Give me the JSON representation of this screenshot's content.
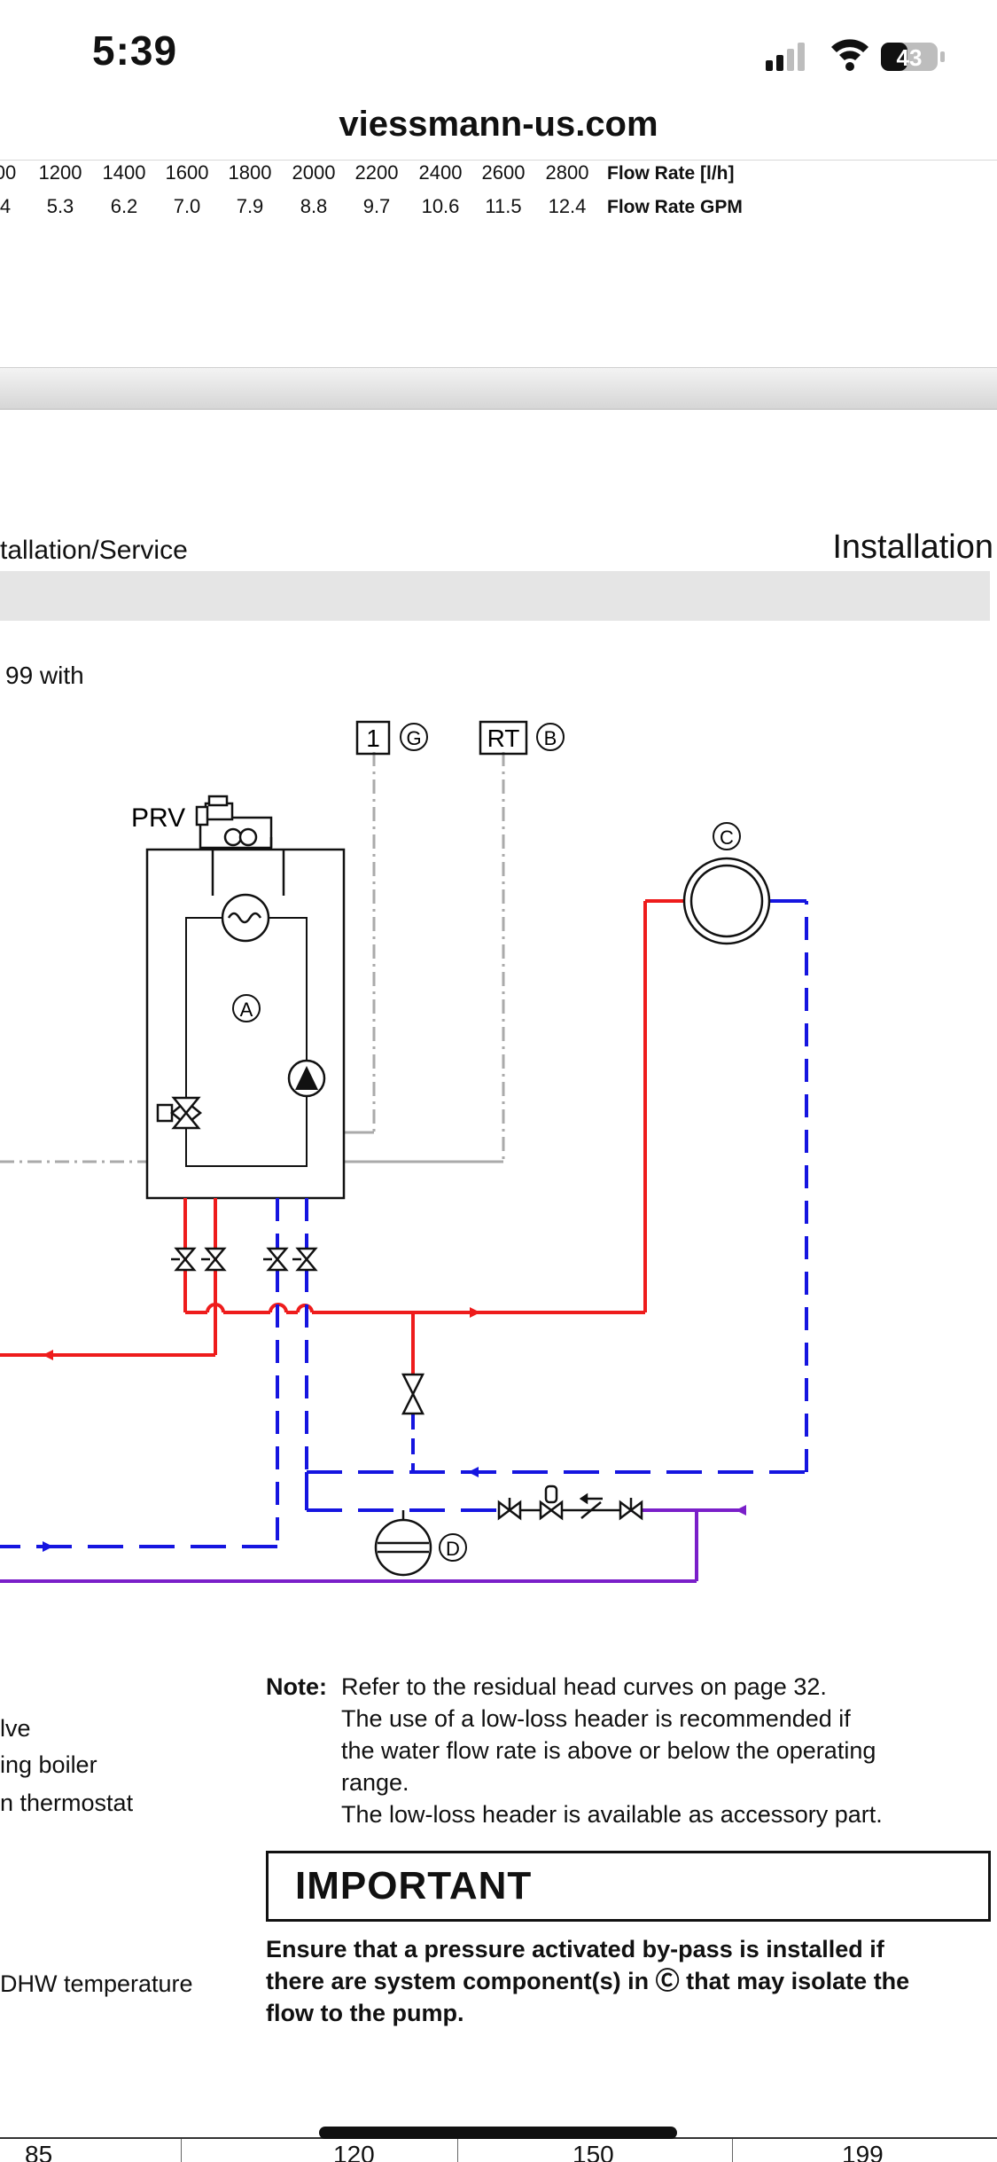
{
  "status_bar": {
    "time": "5:39",
    "battery": "43"
  },
  "url_bar": {
    "domain": "viessmann-us.com"
  },
  "flow_table": {
    "row1": [
      "00",
      "1200",
      "1400",
      "1600",
      "1800",
      "2000",
      "2200",
      "2400",
      "2600",
      "2800"
    ],
    "row1_label": "Flow Rate [l/h]",
    "row2": [
      "4",
      "5.3",
      "6.2",
      "7.0",
      "7.9",
      "8.8",
      "9.7",
      "10.6",
      "11.5",
      "12.4"
    ],
    "row2_label": "Flow Rate GPM"
  },
  "page": {
    "header_left": "tallation/Service",
    "header_right": "Installation",
    "intro": "99 with"
  },
  "diagram": {
    "prv_label": "PRV",
    "label_1": "1",
    "label_g": "G",
    "label_rt": "RT",
    "label_b": "B",
    "label_c": "C",
    "label_a": "A",
    "label_d": "D",
    "colors": {
      "supply": "#ee1c1c",
      "return": "#1515e0",
      "cold": "#7a1fc9",
      "control": "#aaaaaa"
    }
  },
  "legend": [
    "lve",
    "ing boiler",
    "n thermostat",
    "DHW temperature"
  ],
  "note": {
    "label": "Note:",
    "lines": [
      "Refer to the residual head curves on page 32.",
      "The use of a low-loss header is recommended if",
      "the water flow rate is above or below the operating",
      "range.",
      "The low-loss header is available as accessory part."
    ]
  },
  "important": {
    "title": "IMPORTANT",
    "lines": [
      "Ensure that a pressure activated by-pass is installed if",
      "there are system component(s) in Ⓒ that may isolate the",
      "flow to the pump."
    ]
  },
  "bottom_table": [
    "85",
    "120",
    "150",
    "199"
  ]
}
